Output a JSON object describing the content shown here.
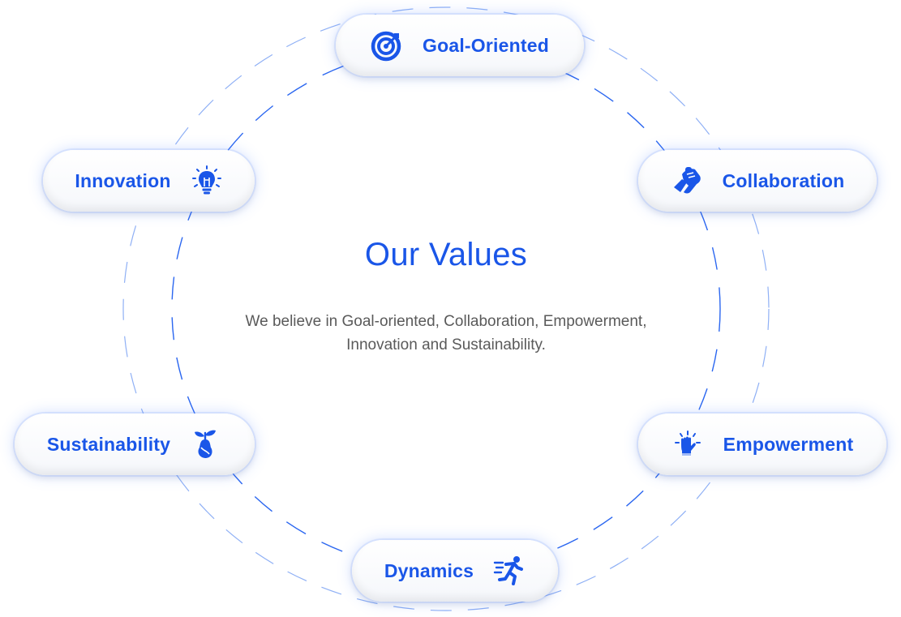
{
  "title": "Our Values",
  "description": "We believe in Goal-oriented, Collaboration, Empowerment, Innovation and Sustainability.",
  "values": [
    {
      "label": "Goal-Oriented",
      "icon": "target-icon"
    },
    {
      "label": "Collaboration",
      "icon": "handshake-icon"
    },
    {
      "label": "Empowerment",
      "icon": "raised-fist-icon"
    },
    {
      "label": "Dynamics",
      "icon": "running-person-icon"
    },
    {
      "label": "Sustainability",
      "icon": "pear-leaf-icon"
    },
    {
      "label": "Innovation",
      "icon": "lightbulb-icon"
    }
  ],
  "colors": {
    "accent": "#1a56e8",
    "text": "#5a5a5a",
    "ring": "#2a66f0"
  }
}
